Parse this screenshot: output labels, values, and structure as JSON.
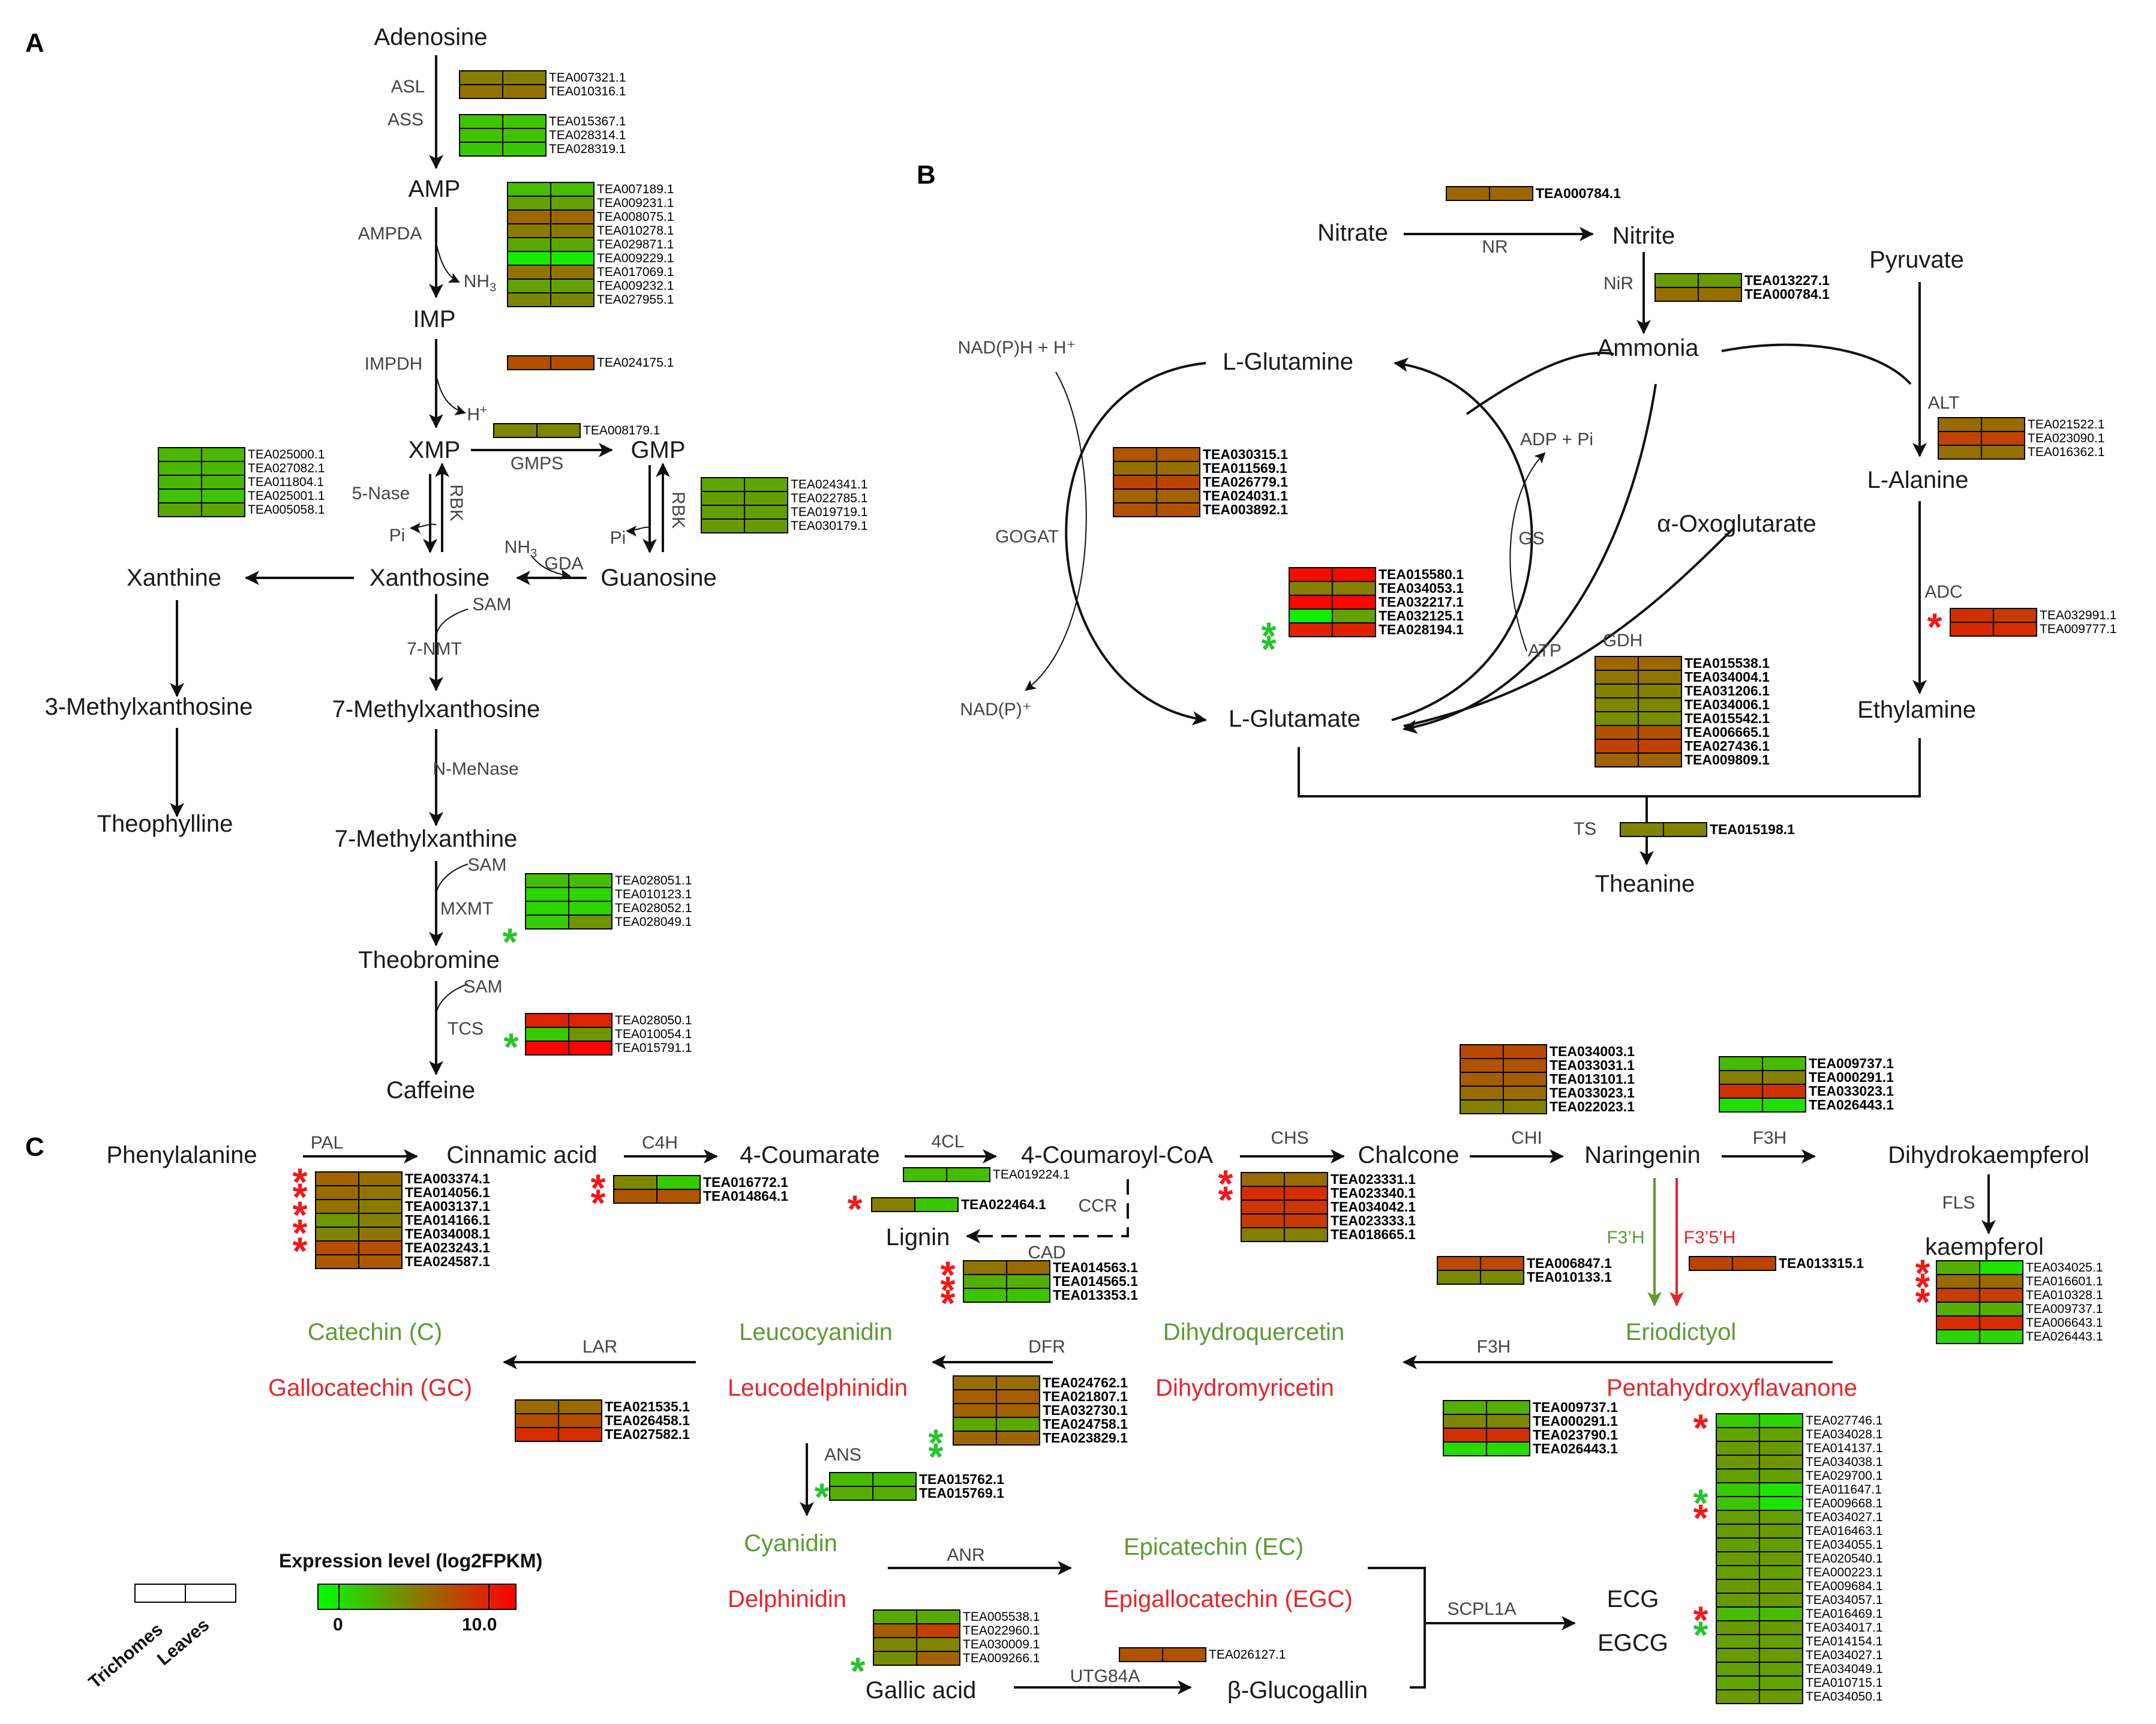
{
  "colors": {
    "low": "#00ff00",
    "high": "#ff0000",
    "green_text": "#5d9a35",
    "red_text": "#e3262a"
  },
  "panels": {
    "a": "A",
    "b": "B",
    "c": "C"
  },
  "legend": {
    "title": "Expression level (log2FPKM)",
    "min": "0",
    "max": "10.0",
    "col1": "Trichomes",
    "col2": "Leaves"
  },
  "A": {
    "compounds": {
      "adenosine": "Adenosine",
      "amp": "AMP",
      "imp": "IMP",
      "xmp": "XMP",
      "gmp": "GMP",
      "xanthine": "Xanthine",
      "xanthosine": "Xanthosine",
      "guanosine": "Guanosine",
      "methylxanthosine3": "3-Methylxanthosine",
      "methylxanthosine7": "7-Methylxanthosine",
      "theophylline": "Theophylline",
      "methylxanthine7": "7-Methylxanthine",
      "theobromine": "Theobromine",
      "caffeine": "Caffeine"
    },
    "enzymes": {
      "asl": "ASL",
      "ass": "ASS",
      "ampda": "AMPDA",
      "impdh": "IMPDH",
      "gmps": "GMPS",
      "nase5": "5-Nase",
      "rbk1": "RBK",
      "rbk2": "RBK",
      "gda": "GDA",
      "nmt7": "7-NMT",
      "nmenase": "N-MeNase",
      "mxmt": "MXMT",
      "tcs": "TCS"
    },
    "sides": {
      "nh3_1": "NH3",
      "nh3_2": "NH3",
      "hplus": "H+",
      "pi1": "Pi",
      "pi2": "Pi",
      "sam1": "SAM",
      "sam2": "SAM",
      "sam3": "SAM"
    },
    "heatmaps": {
      "asl": {
        "ids": [
          "TEA007321.1",
          "TEA010316.1"
        ],
        "values": [
          [
            4.9,
            4.8
          ],
          [
            5.4,
            5.4
          ]
        ]
      },
      "ass": {
        "ids": [
          "TEA015367.1",
          "TEA028314.1",
          "TEA028319.1"
        ],
        "values": [
          [
            2.2,
            2.2
          ],
          [
            2.3,
            2.3
          ],
          [
            2.1,
            2.1
          ]
        ]
      },
      "ampda": {
        "ids": [
          "TEA007189.1",
          "TEA009231.1",
          "TEA008075.1",
          "TEA010278.1",
          "TEA029871.1",
          "TEA009229.1",
          "TEA017069.1",
          "TEA009232.1",
          "TEA027955.1"
        ],
        "values": [
          [
            2.5,
            2.5
          ],
          [
            3.5,
            3.5
          ],
          [
            5.8,
            5.8
          ],
          [
            5.0,
            5.0
          ],
          [
            3.3,
            3.3
          ],
          [
            0.8,
            0.8
          ],
          [
            5.2,
            5.2
          ],
          [
            3.5,
            3.5
          ],
          [
            4.5,
            4.5
          ]
        ]
      },
      "impdh": {
        "ids": [
          "TEA024175.1"
        ],
        "values": [
          [
            6.8,
            6.8
          ]
        ]
      },
      "gmps": {
        "ids": [
          "TEA008179.1"
        ],
        "values": [
          [
            4.6,
            4.6
          ]
        ]
      },
      "nase": {
        "ids": [
          "TEA025000.1",
          "TEA027082.1",
          "TEA011804.1",
          "TEA025001.1",
          "TEA005058.1"
        ],
        "values": [
          [
            2.7,
            2.7
          ],
          [
            2.7,
            2.7
          ],
          [
            2.7,
            2.7
          ],
          [
            2.3,
            2.3
          ],
          [
            3.3,
            3.3
          ]
        ]
      },
      "rbk": {
        "ids": [
          "TEA024341.1",
          "TEA022785.1",
          "TEA019719.1",
          "TEA030179.1"
        ],
        "values": [
          [
            3.4,
            3.4
          ],
          [
            3.6,
            3.6
          ],
          [
            3.6,
            3.6
          ],
          [
            3.8,
            3.8
          ]
        ]
      },
      "mxmt": {
        "ids": [
          "TEA028051.1",
          "TEA010123.1",
          "TEA028052.1",
          "TEA028049.1"
        ],
        "values": [
          [
            2.4,
            2.4
          ],
          [
            1.6,
            1.6
          ],
          [
            1.6,
            1.6
          ],
          [
            2.0,
            4.0
          ]
        ]
      },
      "tcs": {
        "ids": [
          "TEA028050.1",
          "TEA010054.1",
          "TEA015791.1"
        ],
        "values": [
          [
            8.6,
            8.6
          ],
          [
            2.0,
            4.0
          ],
          [
            9.8,
            9.8
          ]
        ]
      }
    }
  },
  "B": {
    "compounds": {
      "nitrate": "Nitrate",
      "nitrite": "Nitrite",
      "pyruvate": "Pyruvate",
      "ammonia": "Ammonia",
      "lglutamine": "L-Glutamine",
      "lalanine": "L-Alanine",
      "oxoglutarate": "α-Oxoglutarate",
      "ethylamine": "Ethylamine",
      "lglutamate": "L-Glutamate",
      "theanine": "Theanine"
    },
    "enzymes": {
      "nr": "NR",
      "nir": "NiR",
      "alt": "ALT",
      "adc": "ADC",
      "gs": "GS",
      "gogat": "GOGAT",
      "gdh": "GDH",
      "ts": "TS"
    },
    "sides": {
      "nadph": "NAD(P)H + H⁺",
      "nadp": "NAD(P)⁺",
      "adp": "ADP + Pi",
      "atp": "ATP"
    },
    "heatmaps": {
      "nr": {
        "ids": [
          "TEA000784.1"
        ],
        "values": [
          [
            5.8,
            5.8
          ]
        ]
      },
      "nir": {
        "ids": [
          "TEA013227.1",
          "TEA000784.1"
        ],
        "values": [
          [
            3.8,
            3.8
          ],
          [
            5.5,
            5.5
          ]
        ]
      },
      "alt": {
        "ids": [
          "TEA021522.1",
          "TEA023090.1",
          "TEA016362.1"
        ],
        "values": [
          [
            5.6,
            5.6
          ],
          [
            7.3,
            7.3
          ],
          [
            5.4,
            5.4
          ]
        ]
      },
      "gogat": {
        "ids": [
          "TEA030315.1",
          "TEA011569.1",
          "TEA026779.1",
          "TEA024031.1",
          "TEA003892.1"
        ],
        "values": [
          [
            6.5,
            6.5
          ],
          [
            5.5,
            5.5
          ],
          [
            7.2,
            7.2
          ],
          [
            6.0,
            6.0
          ],
          [
            6.7,
            6.7
          ]
        ]
      },
      "gs": {
        "ids": [
          "TEA015580.1",
          "TEA034053.1",
          "TEA032217.1",
          "TEA032125.1",
          "TEA028194.1"
        ],
        "values": [
          [
            9.5,
            9.5
          ],
          [
            4.8,
            4.8
          ],
          [
            9.8,
            9.8
          ],
          [
            0.6,
            3.5
          ],
          [
            8.6,
            8.6
          ]
        ]
      },
      "adc": {
        "ids": [
          "TEA032991.1",
          "TEA009777.1"
        ],
        "values": [
          [
            8.0,
            7.6
          ],
          [
            8.3,
            8.2
          ]
        ]
      },
      "gdh": {
        "ids": [
          "TEA015538.1",
          "TEA034004.1",
          "TEA031206.1",
          "TEA034006.1",
          "TEA015542.1",
          "TEA006665.1",
          "TEA027436.1",
          "TEA009809.1"
        ],
        "values": [
          [
            5.8,
            5.8
          ],
          [
            5.2,
            5.2
          ],
          [
            4.8,
            4.8
          ],
          [
            4.6,
            4.6
          ],
          [
            4.3,
            4.3
          ],
          [
            6.6,
            6.6
          ],
          [
            7.3,
            7.3
          ],
          [
            6.0,
            6.0
          ]
        ]
      },
      "ts": {
        "ids": [
          "TEA015198.1"
        ],
        "values": [
          [
            4.6,
            4.6
          ]
        ]
      }
    }
  },
  "C": {
    "compounds": {
      "phenylalanine": "Phenylalanine",
      "cinnamic": "Cinnamic acid",
      "coumarate": "4-Coumarate",
      "coumaroyl": "4-Coumaroyl-CoA",
      "chalcone": "Chalcone",
      "naringenin": "Naringenin",
      "dihydrokaempferol": "Dihydrokaempferol",
      "kaempferol": "kaempferol",
      "lignin": "Lignin",
      "catechin": "Catechin (C)",
      "gallocatechin": "Gallocatechin (GC)",
      "leucocyanidin": "Leucocyanidin",
      "leucodelphinidin": "Leucodelphinidin",
      "dihydroquercetin": "Dihydroquercetin",
      "dihydromyricetin": "Dihydromyricetin",
      "eriodictyol": "Eriodictyol",
      "pentahydroxy": "Pentahydroxyflavanone",
      "cyanidin": "Cyanidin",
      "delphinidin": "Delphinidin",
      "epicatechin": "Epicatechin (EC)",
      "epigallocatechin": "Epigallocatechin (EGC)",
      "ecg": "ECG",
      "egcg": "EGCG",
      "gallic": "Gallic acid",
      "glucogallin": "β-Glucogallin"
    },
    "enzymes": {
      "pal": "PAL",
      "c4h": "C4H",
      "cl4": "4CL",
      "chs": "CHS",
      "chi": "CHI",
      "f3h1": "F3H",
      "fls": "FLS",
      "ccr": "CCR",
      "cad": "CAD",
      "f3ph": "F3’H",
      "f35h": "F3’5’H",
      "lar": "LAR",
      "dfr": "DFR",
      "f3h2": "F3H",
      "ans": "ANS",
      "anr": "ANR",
      "scpl": "SCPL1A",
      "ugt": "UTG84A"
    },
    "heatmaps": {
      "pal": {
        "ids": [
          "TEA003374.1",
          "TEA014056.1",
          "TEA003137.1",
          "TEA014166.1",
          "TEA034008.1",
          "TEA023243.1",
          "TEA024587.1"
        ],
        "values": [
          [
            6.0,
            5.5
          ],
          [
            5.6,
            5.3
          ],
          [
            5.4,
            5.0
          ],
          [
            4.0,
            4.8
          ],
          [
            4.6,
            5.2
          ],
          [
            6.8,
            6.8
          ],
          [
            6.4,
            6.4
          ]
        ]
      },
      "c4h": {
        "ids": [
          "TEA016772.1",
          "TEA014864.1"
        ],
        "values": [
          [
            4.6,
            2.0
          ],
          [
            6.5,
            6.6
          ]
        ]
      },
      "cl4a": {
        "ids": [
          "TEA019224.1"
        ],
        "values": [
          [
            2.4,
            2.4
          ]
        ]
      },
      "cl4b": {
        "ids": [
          "TEA022464.1"
        ],
        "values": [
          [
            4.8,
            2.1
          ]
        ]
      },
      "cad": {
        "ids": [
          "TEA014563.1",
          "TEA014565.1",
          "TEA013353.1"
        ],
        "values": [
          [
            5.2,
            5.6
          ],
          [
            3.0,
            3.0
          ],
          [
            2.2,
            2.2
          ]
        ]
      },
      "chi": {
        "ids": [
          "TEA034003.1",
          "TEA033031.1",
          "TEA013101.1",
          "TEA033023.1",
          "TEA022023.1"
        ],
        "values": [
          [
            7.0,
            7.0
          ],
          [
            6.6,
            6.6
          ],
          [
            6.2,
            6.2
          ],
          [
            5.6,
            5.6
          ],
          [
            4.8,
            4.8
          ]
        ]
      },
      "chs": {
        "ids": [
          "TEA023331.1",
          "TEA023340.1",
          "TEA034042.1",
          "TEA023333.1",
          "TEA018665.1"
        ],
        "values": [
          [
            5.6,
            5.6
          ],
          [
            8.2,
            8.2
          ],
          [
            7.8,
            7.8
          ],
          [
            7.6,
            7.6
          ],
          [
            4.8,
            4.8
          ]
        ]
      },
      "f3h1": {
        "ids": [
          "TEA009737.1",
          "TEA000291.1",
          "TEA033023.1",
          "TEA026443.1"
        ],
        "values": [
          [
            2.6,
            2.6
          ],
          [
            4.8,
            4.8
          ],
          [
            8.0,
            8.0
          ],
          [
            1.2,
            1.2
          ]
        ]
      },
      "f3ph": {
        "ids": [
          "TEA006847.1",
          "TEA010133.1"
        ],
        "values": [
          [
            7.0,
            7.0
          ],
          [
            4.4,
            4.4
          ]
        ]
      },
      "f35h": {
        "ids": [
          "TEA013315.1"
        ],
        "values": [
          [
            7.2,
            7.2
          ]
        ]
      },
      "fls": {
        "ids": [
          "TEA034025.1",
          "TEA016601.1",
          "TEA010328.1",
          "TEA009737.1",
          "TEA006643.1",
          "TEA026443.1"
        ],
        "values": [
          [
            3.0,
            1.0
          ],
          [
            5.6,
            5.6
          ],
          [
            7.4,
            7.4
          ],
          [
            3.0,
            3.0
          ],
          [
            8.2,
            8.2
          ],
          [
            1.6,
            1.6
          ]
        ]
      },
      "lar": {
        "ids": [
          "TEA021535.1",
          "TEA026458.1",
          "TEA027582.1"
        ],
        "values": [
          [
            5.6,
            5.6
          ],
          [
            6.8,
            6.8
          ],
          [
            8.2,
            8.2
          ]
        ]
      },
      "dfr": {
        "ids": [
          "TEA024762.1",
          "TEA021807.1",
          "TEA032730.1",
          "TEA024758.1",
          "TEA023829.1"
        ],
        "values": [
          [
            5.5,
            5.5
          ],
          [
            6.2,
            6.2
          ],
          [
            6.0,
            6.0
          ],
          [
            3.3,
            3.3
          ],
          [
            5.8,
            5.8
          ]
        ]
      },
      "f3h2": {
        "ids": [
          "TEA009737.1",
          "TEA000291.1",
          "TEA023790.1",
          "TEA026443.1"
        ],
        "values": [
          [
            3.0,
            3.0
          ],
          [
            4.6,
            4.6
          ],
          [
            8.0,
            8.0
          ],
          [
            1.4,
            1.4
          ]
        ]
      },
      "ans": {
        "ids": [
          "TEA015762.1",
          "TEA015769.1"
        ],
        "values": [
          [
            2.6,
            2.6
          ],
          [
            3.0,
            3.0
          ]
        ]
      },
      "ugt": {
        "ids": [
          "TEA005538.1",
          "TEA022960.1",
          "TEA030009.1",
          "TEA009266.1"
        ],
        "values": [
          [
            3.2,
            3.2
          ],
          [
            6.2,
            7.4
          ],
          [
            4.6,
            4.6
          ],
          [
            4.3,
            6.0
          ]
        ]
      },
      "glucogallin": {
        "ids": [
          "TEA026127.1"
        ],
        "values": [
          [
            6.6,
            6.6
          ]
        ]
      },
      "scpl": {
        "ids": [
          "TEA027746.1",
          "TEA034028.1",
          "TEA014137.1",
          "TEA034038.1",
          "TEA029700.1",
          "TEA011647.1",
          "TEA009668.1",
          "TEA034027.1",
          "TEA016463.1",
          "TEA034055.1",
          "TEA020540.1",
          "TEA000223.1",
          "TEA009684.1",
          "TEA034057.1",
          "TEA016469.1",
          "TEA034017.1",
          "TEA014154.1",
          "TEA034027.1",
          "TEA034049.1",
          "TEA010715.1",
          "TEA034050.1"
        ],
        "values": [
          [
            2.0,
            1.6
          ],
          [
            3.5,
            3.5
          ],
          [
            3.8,
            3.8
          ],
          [
            4.0,
            4.0
          ],
          [
            3.6,
            3.6
          ],
          [
            2.0,
            1.0
          ],
          [
            2.2,
            1.0
          ],
          [
            3.6,
            3.6
          ],
          [
            3.8,
            3.8
          ],
          [
            3.6,
            3.6
          ],
          [
            3.8,
            3.8
          ],
          [
            3.6,
            3.6
          ],
          [
            3.8,
            3.8
          ],
          [
            3.8,
            3.8
          ],
          [
            2.6,
            2.6
          ],
          [
            3.8,
            3.8
          ],
          [
            3.6,
            3.6
          ],
          [
            3.8,
            3.8
          ],
          [
            3.6,
            3.6
          ],
          [
            3.4,
            3.4
          ],
          [
            3.8,
            3.8
          ]
        ]
      }
    }
  }
}
